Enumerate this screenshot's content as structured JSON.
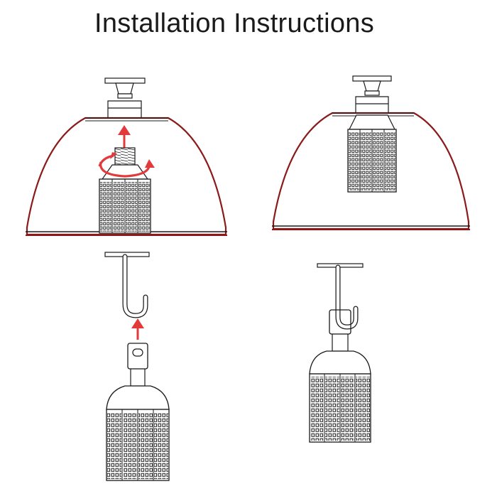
{
  "title": "Installation Instructions",
  "colors": {
    "line": "#1a1a1a",
    "reflector": "#8b1a1a",
    "arrow": "#e23a3a",
    "background": "#ffffff"
  },
  "panels": [
    {
      "id": "step-1",
      "subject": "screw-bulb-into-socket",
      "icons": [
        "up-arrow-icon",
        "rotate-arrow-icon"
      ]
    },
    {
      "id": "step-2",
      "subject": "bulb-installed-in-reflector",
      "icons": []
    },
    {
      "id": "step-3",
      "subject": "hang-bulb-on-hook",
      "icons": [
        "up-arrow-icon"
      ]
    },
    {
      "id": "step-4",
      "subject": "bulb-hanging-on-hook",
      "icons": []
    }
  ]
}
